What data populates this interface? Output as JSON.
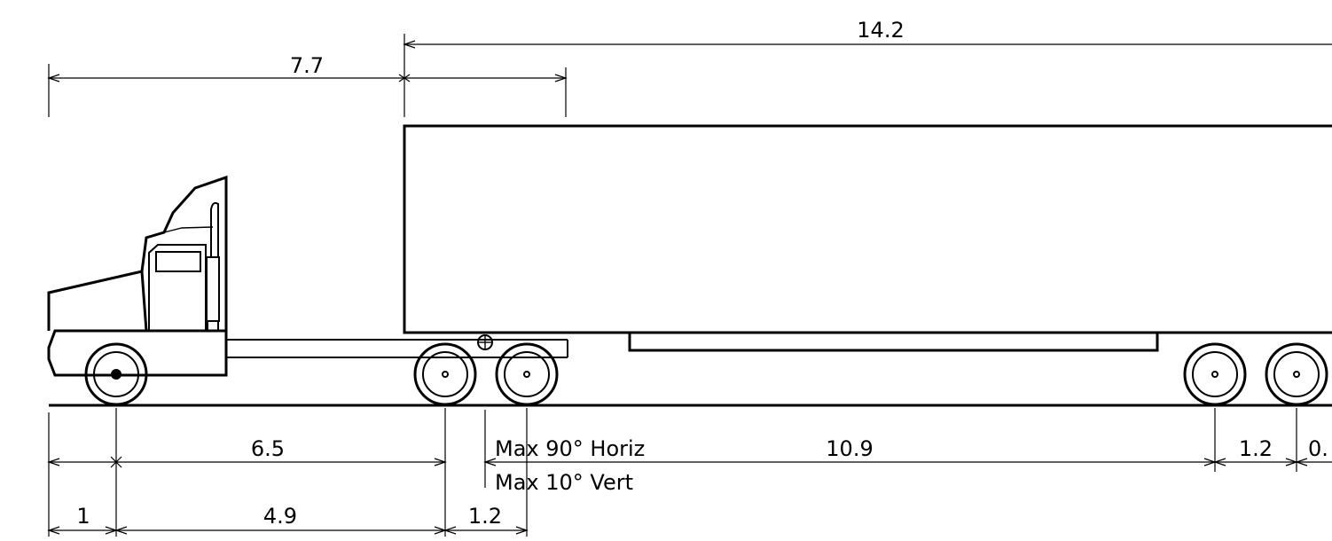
{
  "dimensions": {
    "overall_length": "14.2",
    "kingpin_to_trailer_front": "7.7",
    "front_axle_to_tractor_rear_axle": "6.5",
    "tractor_rear_axle_to_trailer_axle": "10.9",
    "trailer_axle_spacing": "1.2",
    "trailer_rear_overhang": "0.",
    "front_overhang": "1",
    "front_axle_to_drive_axle": "4.9",
    "drive_axle_spacing": "1.2"
  },
  "notes": {
    "articulation_horizontal": "Max 90° Horiz",
    "articulation_vertical": "Max 10° Vert"
  }
}
